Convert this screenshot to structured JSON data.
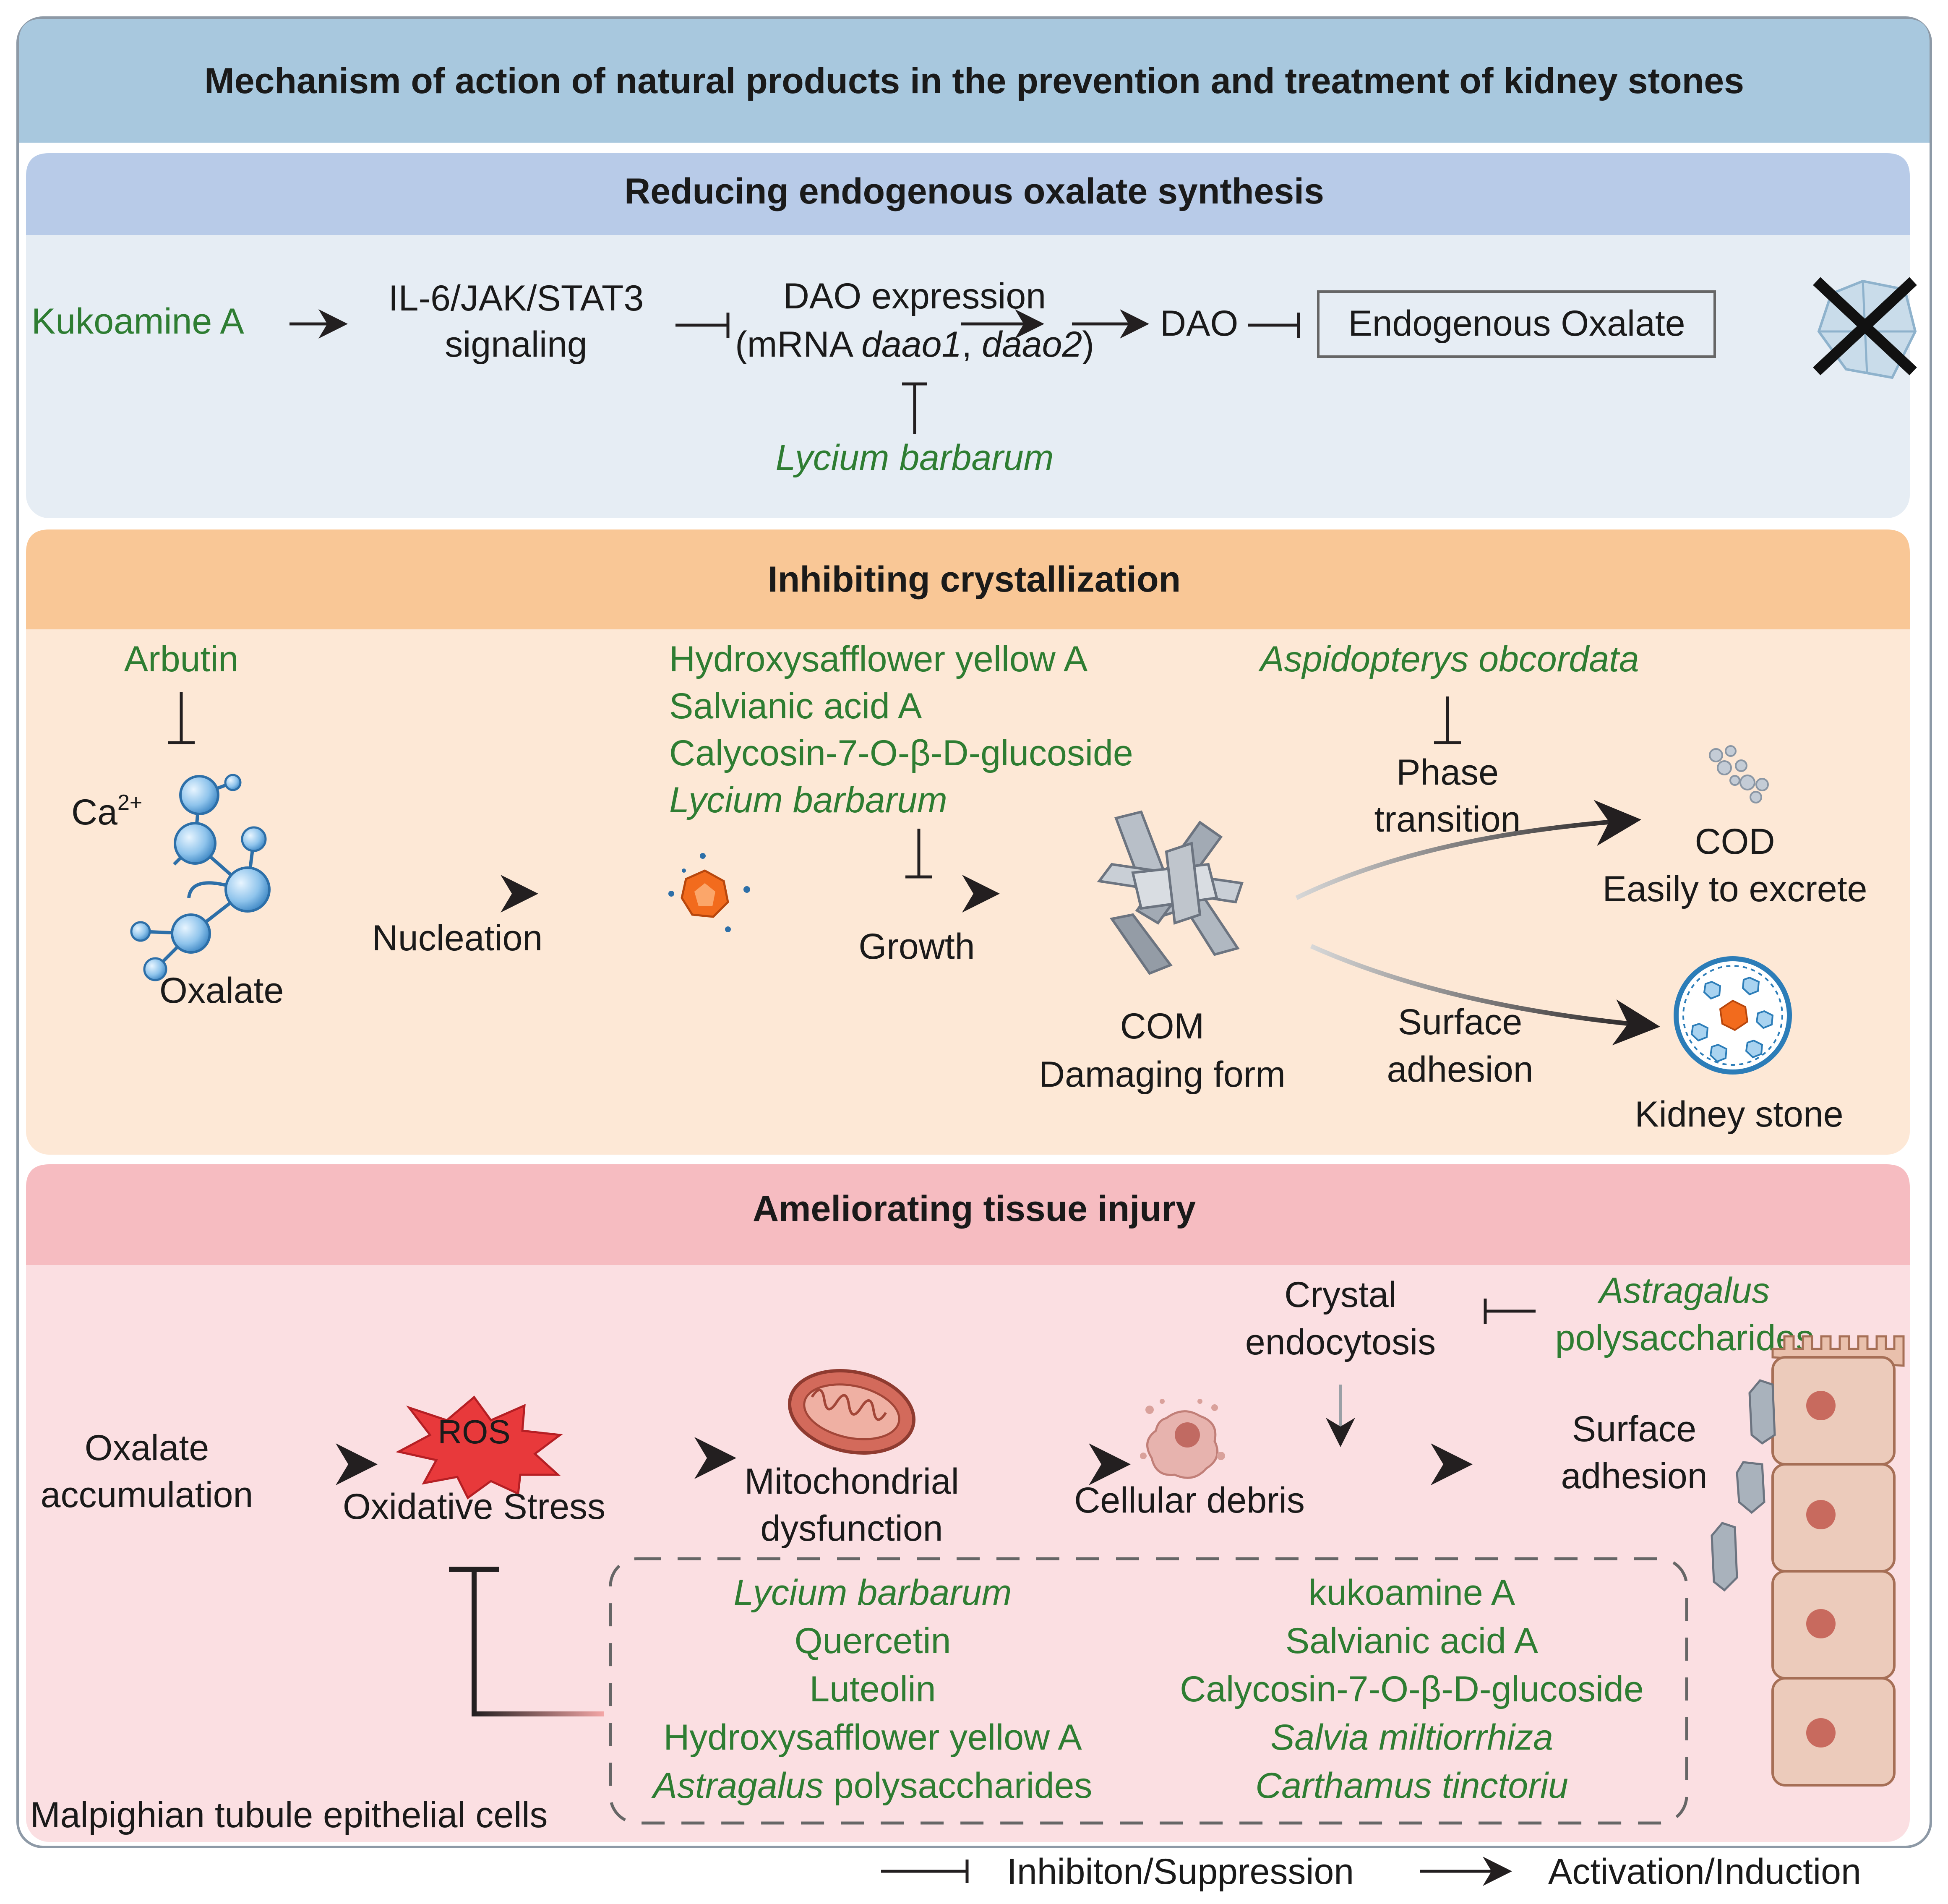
{
  "title": "Mechanism of action of natural products in the prevention and treatment of kidney stones",
  "colors": {
    "natural_product_green": "#2e7d32",
    "header_blue": "#a8c8de",
    "panel1_header": "#b8cbe8",
    "panel1_body": "#e6edf4",
    "panel2_header": "#f9c796",
    "panel2_body": "#fde8d6",
    "panel3_header": "#f6bcc1",
    "panel3_body": "#fbdfe2"
  },
  "panel1": {
    "header": "Reducing endogenous oxalate synthesis",
    "kukoamine": "Kukoamine A",
    "signaling_l1": "IL-6/JAK/STAT3",
    "signaling_l2": "signaling",
    "dao_expr_l1": "DAO expression",
    "dao_expr_l2a": "(mRNA ",
    "dao_expr_gene1": "daao1",
    "dao_expr_sep": ", ",
    "dao_expr_gene2": "daao2",
    "dao_expr_end": ")",
    "dao": "DAO",
    "endogenous_oxalate": "Endogenous Oxalate",
    "lycium": "Lycium barbarum",
    "icon": "crossed-out-crystal-icon"
  },
  "panel2": {
    "header": "Inhibiting crystallization",
    "arbutin": "Arbutin",
    "ca_label": "Ca",
    "ca_sup": "2+",
    "oxalate": "Oxalate",
    "nucleation": "Nucleation",
    "growth_inhibitors": [
      "Hydroxysafflower yellow A",
      "Salvianic acid A",
      "Calycosin-7-O-β-D-glucoside",
      "Lycium barbarum"
    ],
    "growth": "Growth",
    "com_l1": "COM",
    "com_l2": "Damaging form",
    "aspido": "Aspidopterys obcordata",
    "phase_l1": "Phase",
    "phase_l2": "transition",
    "cod_l1": "COD",
    "cod_l2": "Easily to excrete",
    "surface_l1": "Surface",
    "surface_l2": "adhesion",
    "kidney_stone": "Kidney stone",
    "icons": [
      "oxalate-molecule-icon",
      "crystal-nucleus-icon",
      "com-crystal-cluster-icon",
      "cod-crystals-icon",
      "kidney-stone-icon"
    ]
  },
  "panel3": {
    "header": "Ameliorating tissue injury",
    "crystal_endo_l1": "Crystal",
    "crystal_endo_l2": "endocytosis",
    "astragalus_l1": "Astragalus",
    "astragalus_l2": "polysaccharides",
    "oxalate_acc_l1": "Oxalate",
    "oxalate_acc_l2": "accumulation",
    "ros": "ROS",
    "oxidative_stress": "Oxidative Stress",
    "mito_l1": "Mitochondrial",
    "mito_l2": "dysfunction",
    "debris": "Cellular debris",
    "surface_l1": "Surface",
    "surface_l2": "adhesion",
    "left_list": [
      "Lycium barbarum",
      "Quercetin",
      "Luteolin",
      "Hydroxysafflower yellow A"
    ],
    "left_last_italic": "Astragalus",
    "left_last_rest": " polysaccharides",
    "right_list": [
      "kukoamine A",
      "Salvianic acid A",
      "Calycosin-7-O-β-D-glucoside",
      "Salvia miltiorrhiza",
      "Carthamus tinctoriu"
    ],
    "cells_label": "Malpighian tubule epithelial cells",
    "icons": [
      "ros-burst-icon",
      "mitochondrion-icon",
      "cellular-debris-icon",
      "epithelial-cells-icon"
    ]
  },
  "legend": {
    "inhibition": "Inhibiton/Suppression",
    "activation": "Activation/Induction"
  }
}
